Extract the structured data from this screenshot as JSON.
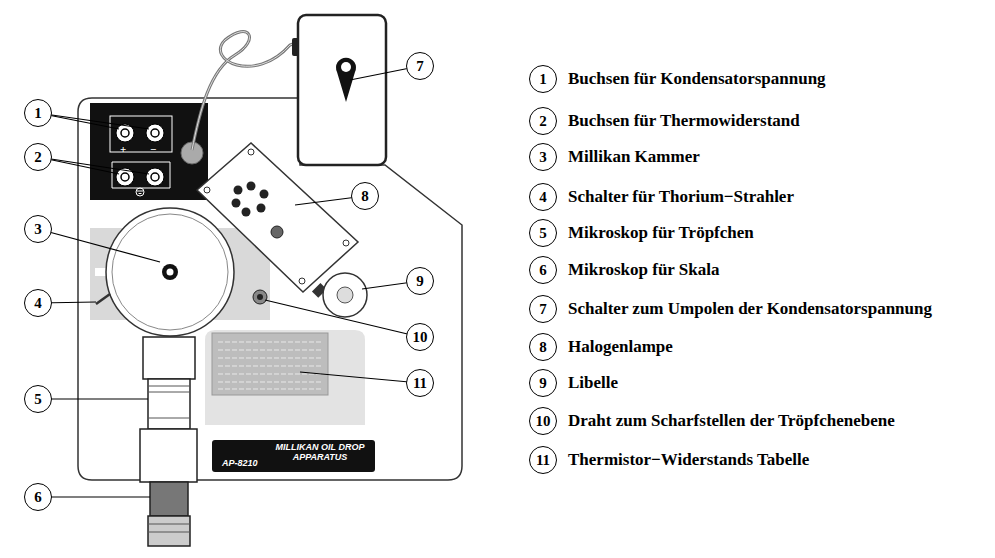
{
  "diagram": {
    "nodes": [
      {
        "text": [
          "1"
        ]
      },
      {
        "text": [
          "2"
        ]
      },
      {
        "text": [
          "3"
        ]
      },
      {
        "text": [
          "4"
        ]
      },
      {
        "text": [
          "5"
        ]
      },
      {
        "text": [
          "6"
        ]
      },
      {
        "text": [
          "7"
        ]
      },
      {
        "text": [
          "8"
        ]
      },
      {
        "text": [
          "9"
        ]
      },
      {
        "text": [
          "10"
        ]
      },
      {
        "text": [
          "11"
        ]
      },
      {
        "text": [
          "1"
        ]
      },
      {
        "text": [
          "2"
        ]
      },
      {
        "text": [
          "3"
        ]
      },
      {
        "text": [
          "4"
        ]
      },
      {
        "text": [
          "5"
        ]
      },
      {
        "text": [
          "6"
        ]
      },
      {
        "text": [
          "7"
        ]
      },
      {
        "text": [
          "8"
        ]
      },
      {
        "text": [
          "9"
        ]
      },
      {
        "text": [
          "10"
        ]
      },
      {
        "text": [
          "11"
        ]
      }
    ],
    "labels": [
      "+",
      "−",
      "MILLIKAN OIL DROP APPARATUS",
      "AP-8210",
      "Buchsen für Kondensatorspannung",
      "Buchsen für Thermowiderstand",
      "Millikan Kammer",
      "Schalter für Thorium−Strahler",
      "Mikroskop für Tröpfchen",
      "Mikroskop für Skala",
      "Schalter zum Umpolen der Kondensatorspannung",
      "Halogenlampe",
      "Libelle",
      "Draht zum Scharfstellen der Tröpfchenebene",
      "Thermistor−Widerstands Tabelle"
    ]
  }
}
